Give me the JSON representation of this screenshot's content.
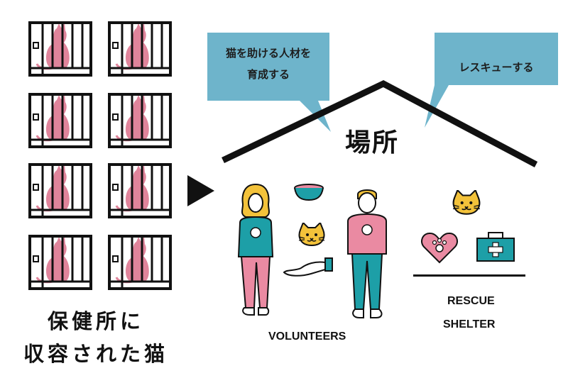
{
  "left_caption": {
    "line1": "保健所に",
    "line2": "収容された猫"
  },
  "bubbles": {
    "left": {
      "line1": "猫を助ける人材を",
      "line2": "育成する"
    },
    "right": {
      "line1": "レスキューする"
    }
  },
  "place_label": "場所",
  "volunteers_label": "VOLUNTEERS",
  "shelter_label": {
    "line1": "RESCUE",
    "line2": "SHELTER"
  },
  "colors": {
    "cat_pink": "#e0849b",
    "bubble_blue": "#6eb4cb",
    "teal": "#1d9fa7",
    "pink": "#ea8aa2",
    "yellow": "#f3c23a",
    "black": "#111111"
  },
  "icons": [
    "caged-cat-icon",
    "arrow-right-icon",
    "food-bowl-icon",
    "cat-face-icon",
    "open-hand-icon",
    "heart-paw-icon",
    "first-aid-kit-icon"
  ]
}
